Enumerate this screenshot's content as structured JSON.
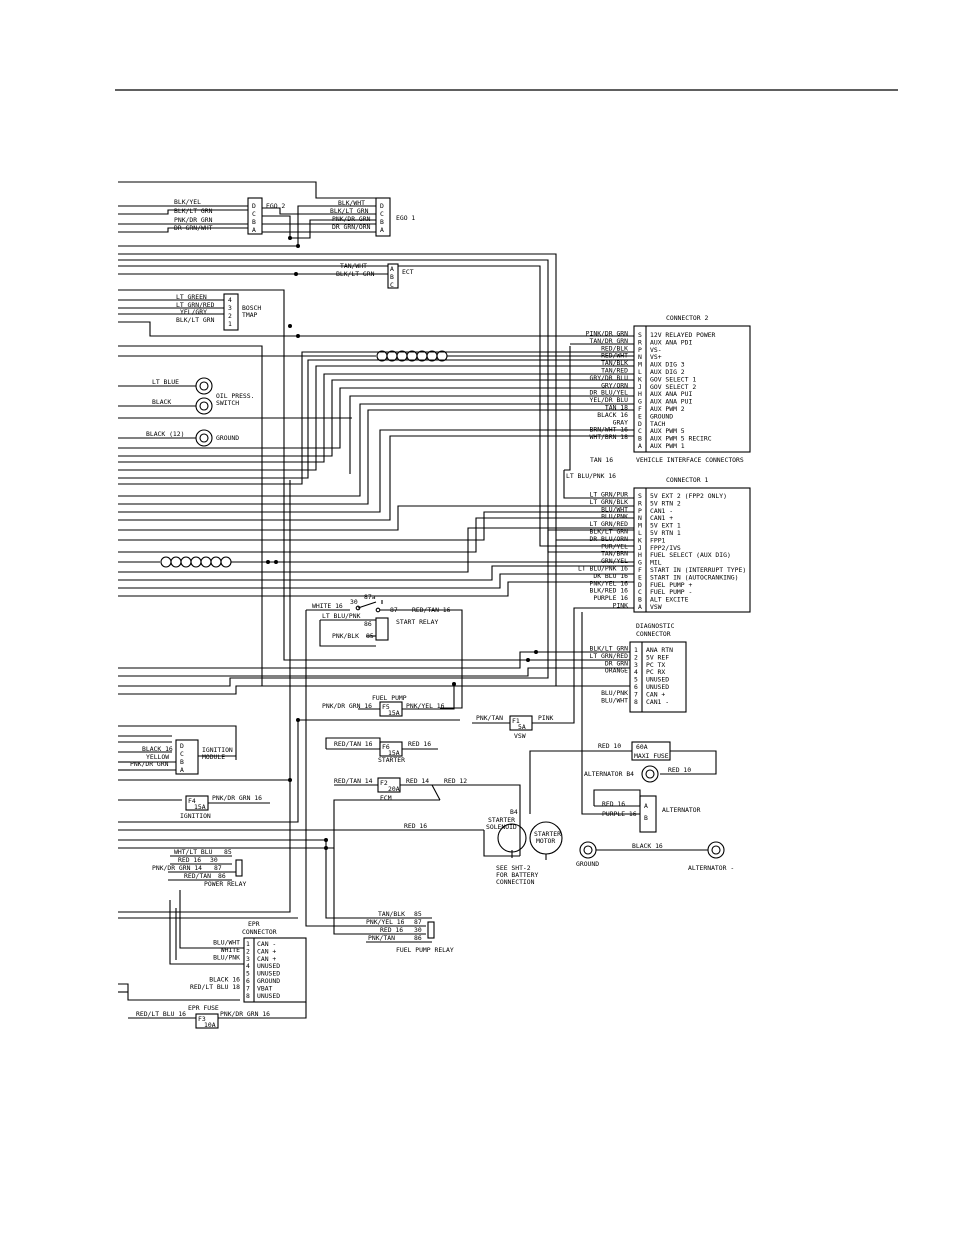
{
  "ego2": {
    "wires": [
      "BLK/YEL",
      "BLK/LT GRN",
      "PNK/DR GRN",
      "DR GRN/WHT"
    ],
    "pins": [
      "D",
      "C",
      "B",
      "A"
    ],
    "label": "EGO 2"
  },
  "ego1": {
    "wires": [
      "BLK/WHT",
      "BLK/LT GRN",
      "PNK/DR GRN",
      "DR GRN/ORN"
    ],
    "pins": [
      "D",
      "C",
      "B",
      "A"
    ],
    "label": "EGO 1"
  },
  "ect": {
    "wires": [
      "TAN/WHT",
      "BLK/LT GRN"
    ],
    "pins": [
      "A",
      "B",
      "C"
    ],
    "label": "ECT"
  },
  "tmap": {
    "wires": [
      "LT GREEN",
      "LT GRN/RED",
      "YEL/GRY",
      "BLK/LT GRN"
    ],
    "pins": [
      "4",
      "3",
      "2",
      "1"
    ],
    "label1": "BOSCH",
    "label2": "TMAP"
  },
  "oil": {
    "wire": "LT BLUE",
    "wire2": "BLACK",
    "label1": "OIL PRESS.",
    "label2": "SWITCH"
  },
  "ground1": {
    "wire": "BLACK (12)",
    "label": "GROUND"
  },
  "connector2": {
    "title": "CONNECTOR 2",
    "footer": "VEHICLE INTERFACE CONNECTORS",
    "rows": [
      {
        "wire": "PINK/DR GRN",
        "pin": "S",
        "func": "12V RELAYED POWER"
      },
      {
        "wire": "TAN/DR GRN",
        "pin": "R",
        "func": "AUX ANA PDI"
      },
      {
        "wire": "RED/BLK",
        "pin": "P",
        "func": "VS-"
      },
      {
        "wire": "RED/WHT",
        "pin": "N",
        "func": "VS+"
      },
      {
        "wire": "TAN/BLK",
        "pin": "M",
        "func": "AUX DIG 3"
      },
      {
        "wire": "TAN/RED",
        "pin": "L",
        "func": "AUX DIG 2"
      },
      {
        "wire": "GRY/DR BLU",
        "pin": "K",
        "func": "GOV SELECT 1"
      },
      {
        "wire": "GRY/ORN",
        "pin": "J",
        "func": "GOV SELECT 2"
      },
      {
        "wire": "DR BLU/YEL",
        "pin": "H",
        "func": "AUX ANA PUI"
      },
      {
        "wire": "YEL/DR BLU",
        "pin": "G",
        "func": "AUX ANA PUI"
      },
      {
        "wire": "TAN 18",
        "pin": "F",
        "func": "AUX PWM 2"
      },
      {
        "wire": "BLACK 16",
        "pin": "E",
        "func": "GROUND"
      },
      {
        "wire": "GRAY",
        "pin": "D",
        "func": "TACH"
      },
      {
        "wire": "BRN/WHT 16",
        "pin": "C",
        "func": "AUX PWM 5"
      },
      {
        "wire": "WHT/BRN 18",
        "pin": "B",
        "func": "AUX PWM 5 RECIRC"
      },
      {
        "wire": "",
        "pin": "A",
        "func": "AUX PWM 1"
      }
    ]
  },
  "tan16": "TAN 16",
  "ltblupnk16": "LT BLU/PNK 16",
  "connector1": {
    "title": "CONNECTOR 1",
    "rows": [
      {
        "wire": "LT GRN/PUR",
        "pin": "S",
        "func": "5V EXT 2 (FPP2 ONLY)"
      },
      {
        "wire": "LT GRN/BLK",
        "pin": "R",
        "func": "5V RTN 2"
      },
      {
        "wire": "BLU/WHT",
        "pin": "P",
        "func": "CAN1 -"
      },
      {
        "wire": "BLU/PNK",
        "pin": "N",
        "func": "CAN1 +"
      },
      {
        "wire": "LT GRN/RED",
        "pin": "M",
        "func": "5V EXT 1"
      },
      {
        "wire": "BLK/LT GRN",
        "pin": "L",
        "func": "5V RTN 1"
      },
      {
        "wire": "DR BLU/ORN",
        "pin": "K",
        "func": "FPP1"
      },
      {
        "wire": "PUR/YEL",
        "pin": "J",
        "func": "FPP2/IVS"
      },
      {
        "wire": "TAN/BRN",
        "pin": "H",
        "func": "FUEL SELECT (AUX DIG)"
      },
      {
        "wire": "GRN/YEL",
        "pin": "G",
        "func": "MIL"
      },
      {
        "wire": "LT BLU/PNK 16",
        "pin": "F",
        "func": "START IN (INTERRUPT TYPE)"
      },
      {
        "wire": "DK BLU 16",
        "pin": "E",
        "func": "START IN (AUTOCRANKING)"
      },
      {
        "wire": "PNK/YEL 16",
        "pin": "D",
        "func": "FUEL PUMP +"
      },
      {
        "wire": "BLK/RED 16",
        "pin": "C",
        "func": "FUEL PUMP -"
      },
      {
        "wire": "PURPLE 16",
        "pin": "B",
        "func": "ALT EXCITE"
      },
      {
        "wire": "PINK",
        "pin": "A",
        "func": "VSW"
      }
    ]
  },
  "start_relay": {
    "label": "START RELAY",
    "wire30": "WHITE 16",
    "p30": "30",
    "p87a": "87a",
    "p87": "87",
    "wire87": "RED/TAN 16",
    "wire86": "LT BLU/PNK",
    "p86": "86",
    "wire85": "PNK/BLK",
    "p85": "85"
  },
  "diagnostic": {
    "title1": "DIAGNOSTIC",
    "title2": "CONNECTOR",
    "rows": [
      {
        "wire": "BLK/LT GRN",
        "pin": "1",
        "func": "ANA RTN"
      },
      {
        "wire": "LT GRN/RED",
        "pin": "2",
        "func": "5V REF"
      },
      {
        "wire": "DR GRN",
        "pin": "3",
        "func": "PC TX"
      },
      {
        "wire": "ORANGE",
        "pin": "4",
        "func": "PC RX"
      },
      {
        "wire": "",
        "pin": "5",
        "func": "UNUSED"
      },
      {
        "wire": "",
        "pin": "6",
        "func": "UNUSED"
      },
      {
        "wire": "BLU/PNK",
        "pin": "7",
        "func": "CAN +"
      },
      {
        "wire": "BLU/WHT",
        "pin": "8",
        "func": "CAN1 -"
      }
    ]
  },
  "fuel_pump": {
    "label": "FUEL PUMP",
    "wire_in": "PNK/DR GRN 16",
    "fuse": "F5",
    "amp": "15A",
    "wire_out": "PNK/YEL 16"
  },
  "vsw": {
    "wire": "PNK/TAN",
    "fuse": "F1",
    "amp": "5A",
    "out": "PINK",
    "label": "VSW"
  },
  "ignition": {
    "wires": [
      "BLACK 16",
      "YELLOW",
      "PNK/DR GRN"
    ],
    "pins": [
      "D",
      "C",
      "B",
      "A"
    ],
    "label1": "IGNITION",
    "label2": "MODULE"
  },
  "ign_fuse": {
    "fuse": "F4",
    "amp": "15A",
    "wire": "PNK/DR GRN 16",
    "label": "IGNITION"
  },
  "starter_fuse": {
    "wire_in": "RED/TAN 16",
    "fuse": "F6",
    "amp": "15A",
    "wire_out": "RED 16",
    "label": "STARTER"
  },
  "ecm_fuse": {
    "wire_in": "RED/TAN 14",
    "fuse": "F2",
    "amp": "20A",
    "wire_out": "RED 14",
    "wire_out2": "RED 12",
    "label": "ECM"
  },
  "maxi": {
    "wire": "RED 10",
    "amp": "60A",
    "label": "MAXI FUSE"
  },
  "alternator": {
    "b4": "ALTERNATOR B4",
    "wire": "RED 10",
    "wire_a": "RED 16",
    "wire_b": "PURPLE 16",
    "pa": "A",
    "pb": "B",
    "label": "ALTERNATOR"
  },
  "starter": {
    "b4": "B4",
    "sol1": "STARTER",
    "sol2": "SOLENOID",
    "mot1": "STARTER",
    "mot2": "MOTOR",
    "red16": "RED 16",
    "see1": "SEE SHT-2",
    "see2": "FOR BATTERY",
    "see3": "CONNECTION"
  },
  "grounds": {
    "g": "GROUND",
    "wire": "BLACK 16",
    "alt": "ALTERNATOR -"
  },
  "power_relay": {
    "label": "POWER RELAY",
    "rows": [
      {
        "wire": "WHT/LT BLU",
        "pin": "85"
      },
      {
        "wire": "RED 16",
        "pin": "30"
      },
      {
        "wire": "PNK/DR GRN 14",
        "pin": "87"
      },
      {
        "wire": "RED/TAN",
        "pin": "86"
      }
    ]
  },
  "fuel_pump_relay": {
    "label": "FUEL PUMP RELAY",
    "rows": [
      {
        "wire": "TAN/BLK",
        "pin": "85"
      },
      {
        "wire": "PNK/YEL 16",
        "pin": "87"
      },
      {
        "wire": "RED 16",
        "pin": "30"
      },
      {
        "wire": "PNK/TAN",
        "pin": "86"
      }
    ]
  },
  "epr": {
    "title1": "EPR",
    "title2": "CONNECTOR",
    "rows": [
      {
        "wire": "BLU/WHT",
        "pin": "1",
        "func": "CAN -"
      },
      {
        "wire": "WHITE",
        "pin": "2",
        "func": "CAN +"
      },
      {
        "wire": "BLU/PNK",
        "pin": "3",
        "func": "CAN +"
      },
      {
        "wire": "",
        "pin": "4",
        "func": "UNUSED"
      },
      {
        "wire": "",
        "pin": "5",
        "func": "UNUSED"
      },
      {
        "wire": "BLACK 16",
        "pin": "6",
        "func": "GROUND"
      },
      {
        "wire": "RED/LT BLU 18",
        "pin": "7",
        "func": "VBAT"
      },
      {
        "wire": "",
        "pin": "8",
        "func": "UNUSED"
      }
    ],
    "fuse_label": "EPR FUSE",
    "fuse": "F3",
    "amp": "10A",
    "wire_in": "RED/LT BLU 16",
    "wire_out": "PNK/DR GRN 16"
  }
}
